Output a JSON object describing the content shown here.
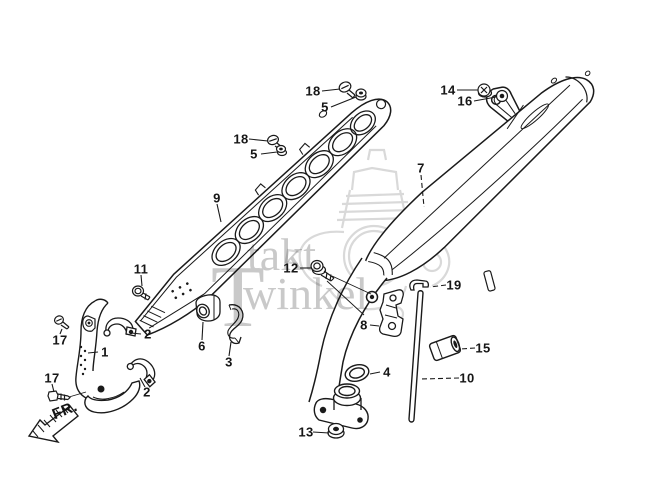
{
  "diagram": {
    "background_color": "#ffffff",
    "line_color": "#1a1a1a",
    "watermark": {
      "big_letter": "T",
      "line1": "takt",
      "line2": "winkel",
      "color": "#c9c9c9"
    },
    "fr_arrow_label": "FR.",
    "part_labels": {
      "label_18_upper": "18",
      "label_5_upper": "5",
      "label_18_lower": "18",
      "label_5_lower": "5",
      "label_9": "9",
      "label_7": "7",
      "label_14": "14",
      "label_16": "16",
      "label_11": "11",
      "label_12": "12",
      "label_17_upper": "17",
      "label_1": "1",
      "label_2_upper": "2",
      "label_2_lower": "2",
      "label_6": "6",
      "label_3": "3",
      "label_17_lower": "17",
      "label_8": "8",
      "label_19": "19",
      "label_15": "15",
      "label_10": "10",
      "label_4": "4",
      "label_13": "13"
    }
  }
}
